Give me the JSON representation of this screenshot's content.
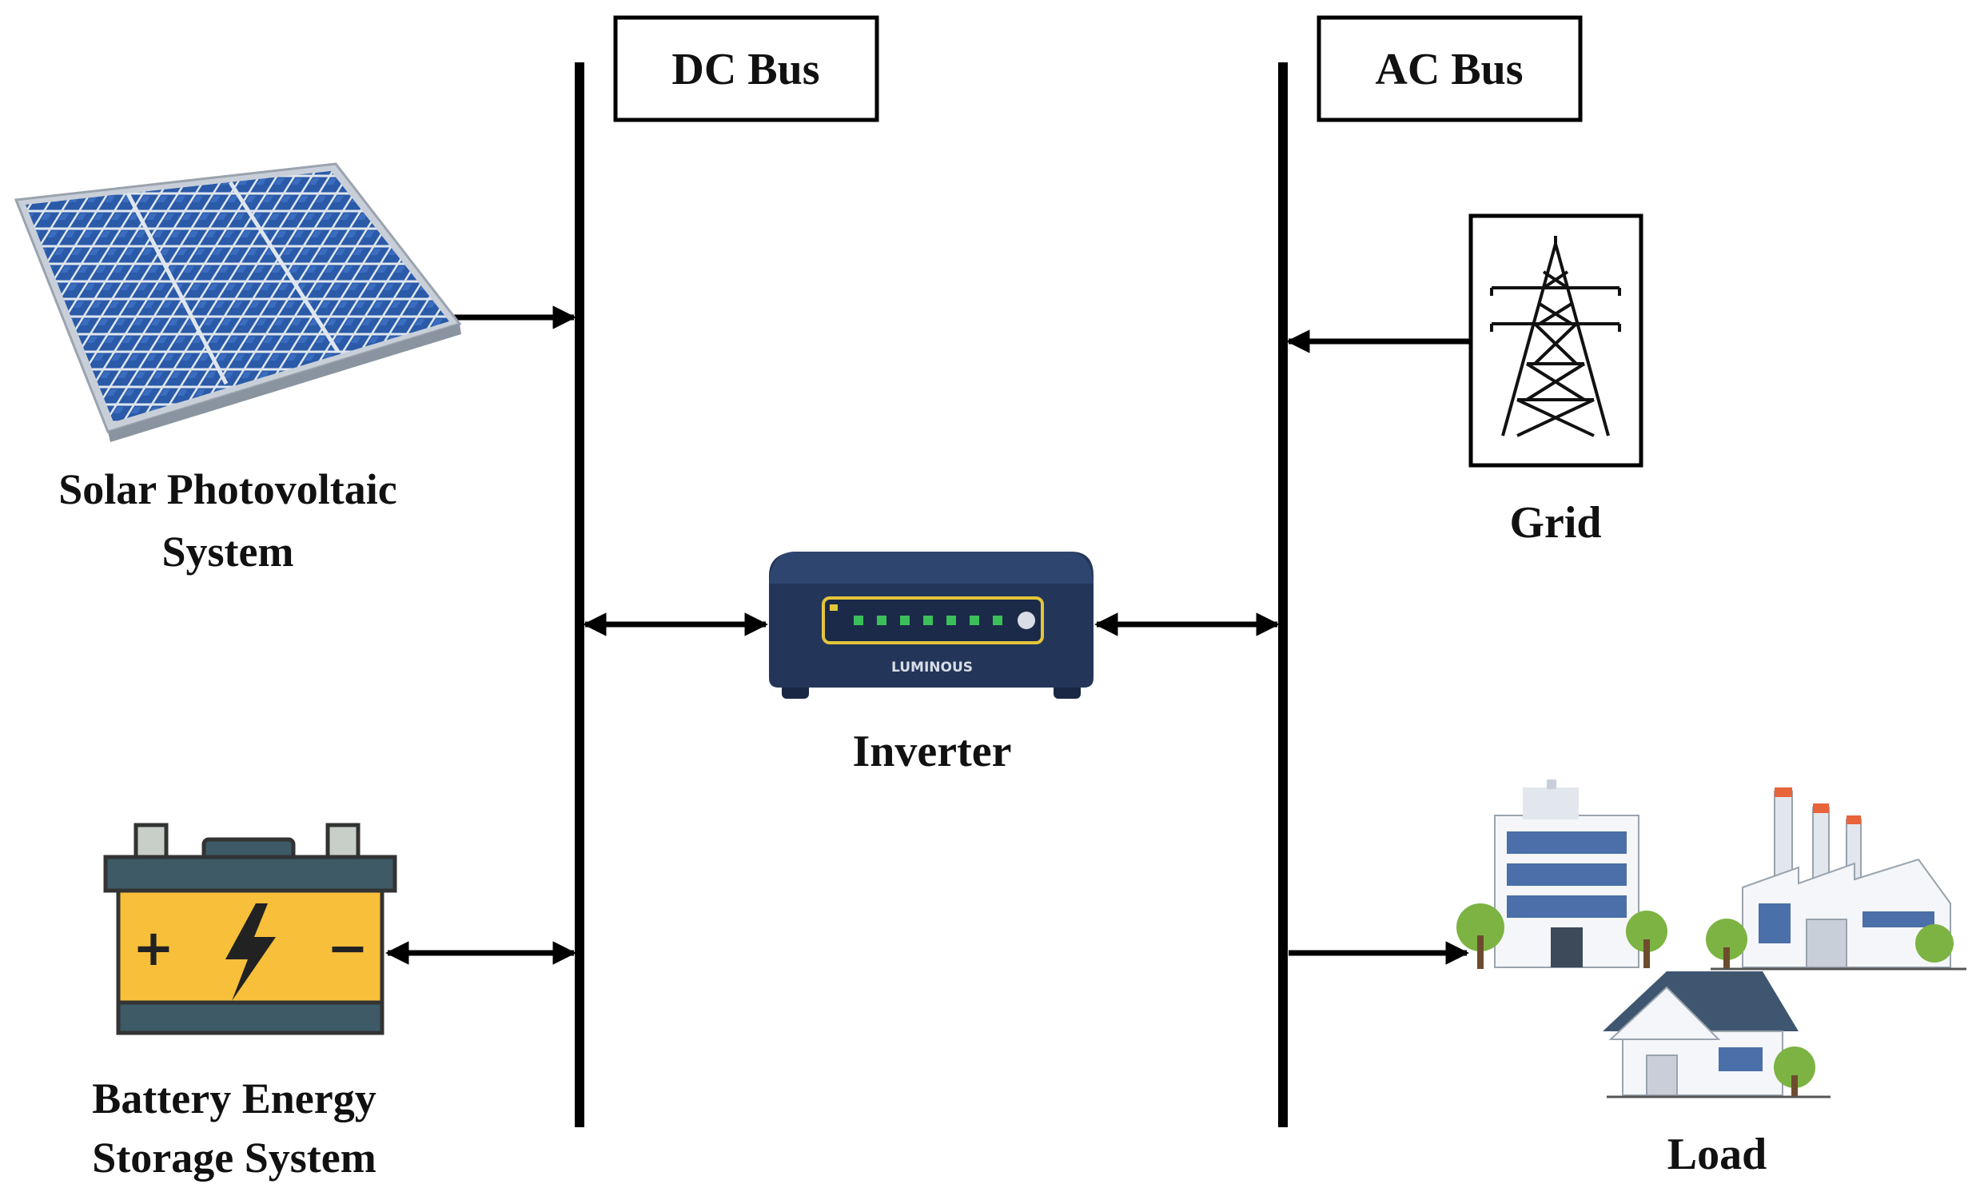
{
  "buses": {
    "dc": {
      "title": "DC Bus"
    },
    "ac": {
      "title": "AC Bus"
    }
  },
  "components": {
    "solar": {
      "label_line1": "Solar Photovoltaic",
      "label_line2": "System",
      "icon": "solar-panel-icon"
    },
    "battery": {
      "label_line1": "Battery Energy",
      "label_line2": "Storage System",
      "icon": "battery-icon",
      "plus": "+",
      "minus": "−"
    },
    "inverter": {
      "label": "Inverter",
      "brand": "LUMINOUS",
      "icon": "inverter-icon"
    },
    "grid": {
      "label": "Grid",
      "icon": "transmission-tower-icon"
    },
    "load": {
      "label": "Load",
      "icon": "buildings-icon"
    }
  },
  "connections": [
    {
      "from": "Solar Photovoltaic System",
      "to": "DC Bus",
      "direction": "one-way"
    },
    {
      "from": "Battery Energy Storage System",
      "to": "DC Bus",
      "direction": "two-way"
    },
    {
      "from": "DC Bus",
      "to": "Inverter",
      "direction": "two-way"
    },
    {
      "from": "Inverter",
      "to": "AC Bus",
      "direction": "two-way"
    },
    {
      "from": "Grid",
      "to": "AC Bus",
      "direction": "one-way"
    },
    {
      "from": "AC Bus",
      "to": "Load",
      "direction": "one-way"
    }
  ],
  "colors": {
    "line": "#000000",
    "panel_cell": "#2a5aa8",
    "panel_frame": "#c9cfd8",
    "battery_body": "#f7bf3a",
    "battery_base": "#3d5a66",
    "inverter_body": "#23365a",
    "inverter_panel": "#e3c53a",
    "tree": "#7cb342"
  }
}
